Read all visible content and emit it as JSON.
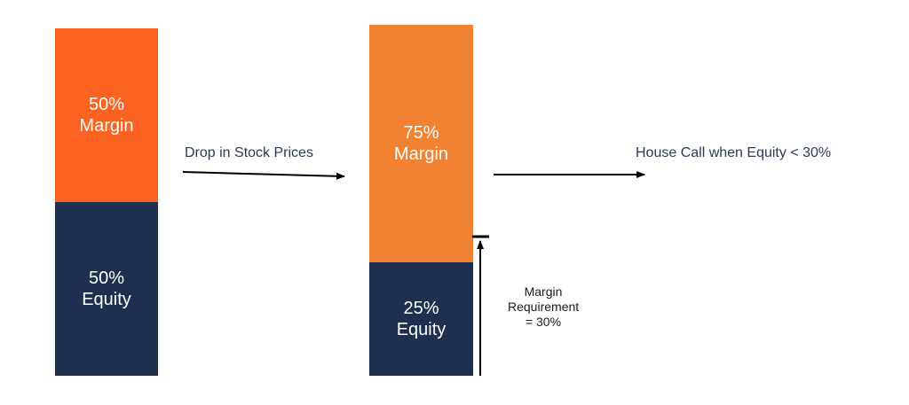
{
  "bar_before": {
    "margin": {
      "percent": "50%",
      "label": "Margin",
      "value": 50,
      "color": "#FC6321"
    },
    "equity": {
      "percent": "50%",
      "label": "Equity",
      "value": 50,
      "color": "#1F2F4F"
    }
  },
  "transition_label": "Drop in Stock Prices",
  "bar_after": {
    "margin": {
      "percent": "75%",
      "label": "Margin",
      "value": 75,
      "color": "#F08232"
    },
    "equity": {
      "percent": "25%",
      "label": "Equity",
      "value": 25,
      "color": "#1F2F4F"
    }
  },
  "result_label": "House Call when Equity < 30%",
  "requirement": {
    "line1": "Margin",
    "line2": "Requirement",
    "line3": "= 30%",
    "value": 30
  }
}
